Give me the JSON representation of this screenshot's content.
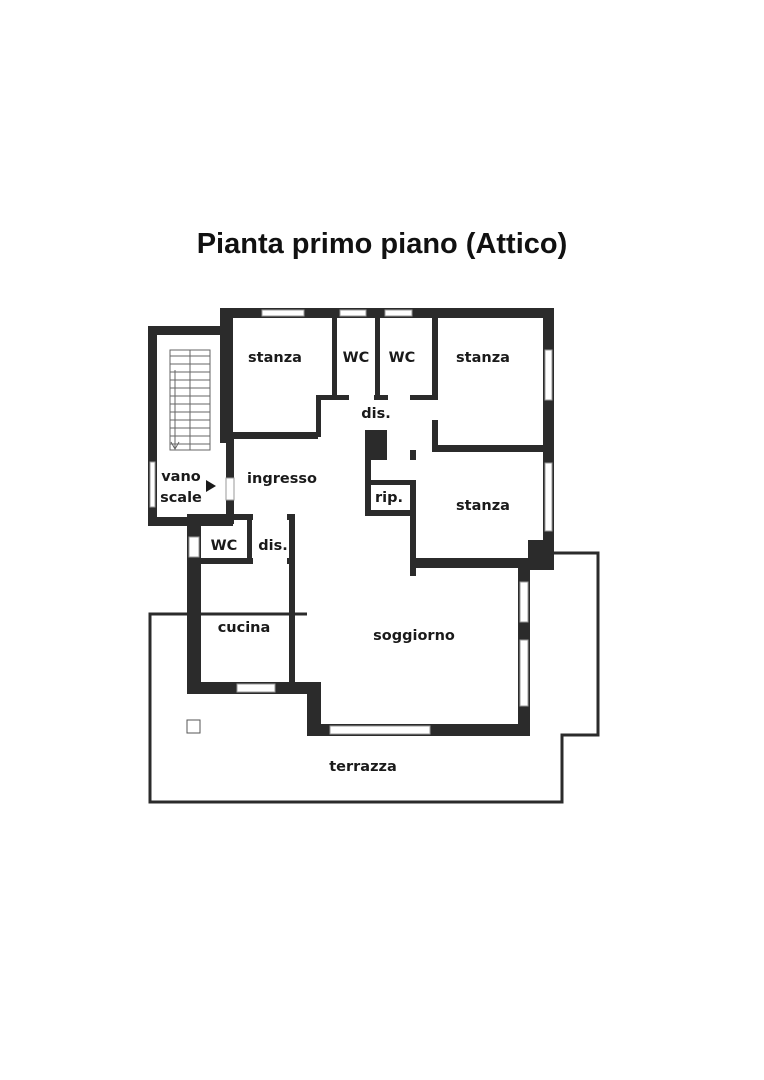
{
  "title": "Pianta primo piano (Attico)",
  "rooms": {
    "stanza_nw": "stanza",
    "wc_1": "WC",
    "wc_2": "WC",
    "stanza_ne": "stanza",
    "dis_top": "dis.",
    "ingresso": "ingresso",
    "vano_scale_1": "vano",
    "vano_scale_2": "scale",
    "rip": "rip.",
    "stanza_e": "stanza",
    "wc_3": "WC",
    "dis_bottom": "dis.",
    "cucina": "cucina",
    "soggiorno": "soggiorno",
    "terrazza": "terrazza"
  },
  "colors": {
    "wall": "#2b2b2b",
    "window": "#9a9a9a",
    "background": "#ffffff"
  }
}
